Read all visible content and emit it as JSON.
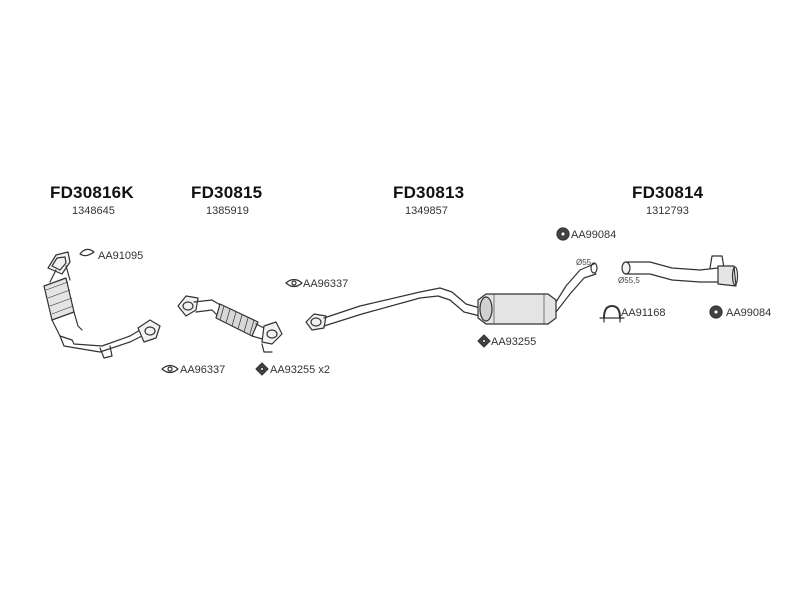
{
  "parts": [
    {
      "code": "FD30816K",
      "oem": "1348645"
    },
    {
      "code": "FD30815",
      "oem": "1385919"
    },
    {
      "code": "FD30813",
      "oem": "1349857"
    },
    {
      "code": "FD30814",
      "oem": "1312793"
    }
  ],
  "accessories": {
    "a1": "AA91095",
    "a2": "AA96337",
    "a3": "AA96337",
    "a4": "AA93255 x2",
    "a5": "AA93255",
    "a6": "AA99084",
    "a7": "AA91168",
    "a8": "AA99084"
  },
  "dimensions": {
    "d1": "Ø55",
    "d2": "Ø55,5"
  }
}
